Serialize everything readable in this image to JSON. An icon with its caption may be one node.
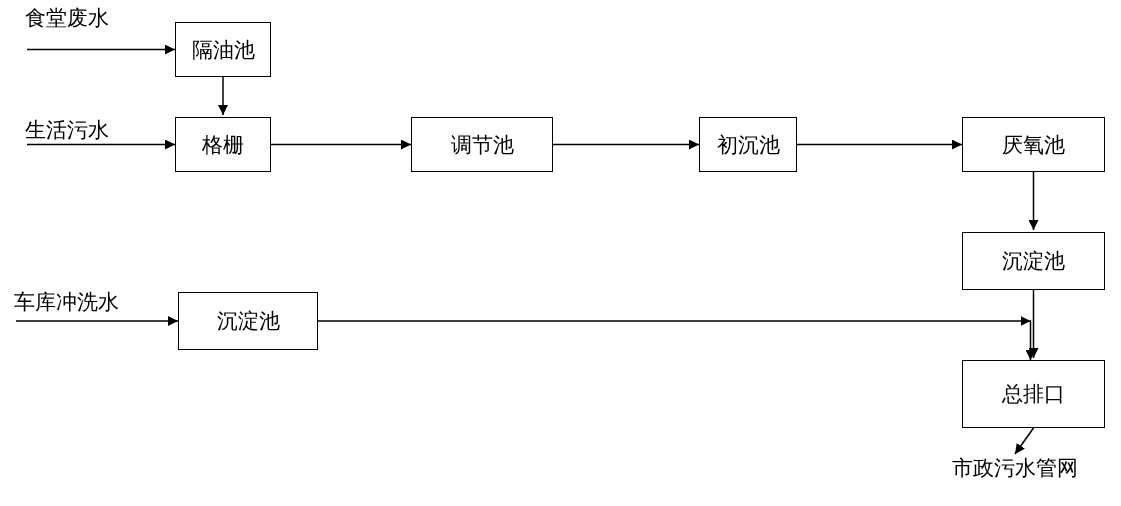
{
  "diagram": {
    "nodes": [
      {
        "text": [
          "食堂废水"
        ]
      },
      {
        "text": [
          "隔油池"
        ]
      },
      {
        "text": [
          "生活污水"
        ]
      },
      {
        "text": [
          "格栅"
        ]
      },
      {
        "text": [
          "调节池"
        ]
      },
      {
        "text": [
          "初沉池"
        ]
      },
      {
        "text": [
          "厌氧池"
        ]
      },
      {
        "text": [
          "沉淀池"
        ]
      },
      {
        "text": [
          "车库冲洗水"
        ]
      },
      {
        "text": [
          "沉淀池"
        ]
      },
      {
        "text": [
          "总排口"
        ]
      },
      {
        "text": [
          "市政污水管网"
        ]
      }
    ],
    "edges": [
      {
        "from": 0,
        "to": 1,
        "arrow": "to"
      },
      {
        "from": 1,
        "to": 3,
        "arrow": "to"
      },
      {
        "from": 2,
        "to": 3,
        "arrow": "to"
      },
      {
        "from": 3,
        "to": 4,
        "arrow": "to"
      },
      {
        "from": 4,
        "to": 5,
        "arrow": "to"
      },
      {
        "from": 5,
        "to": 6,
        "arrow": "to"
      },
      {
        "from": 6,
        "to": 7,
        "arrow": "to"
      },
      {
        "from": 8,
        "to": 9,
        "arrow": "to"
      },
      {
        "from": 9,
        "to": 10,
        "arrow": "to"
      },
      {
        "from": 7,
        "to": 10,
        "arrow": "to"
      },
      {
        "from": 10,
        "to": 11,
        "arrow": "to"
      }
    ]
  }
}
